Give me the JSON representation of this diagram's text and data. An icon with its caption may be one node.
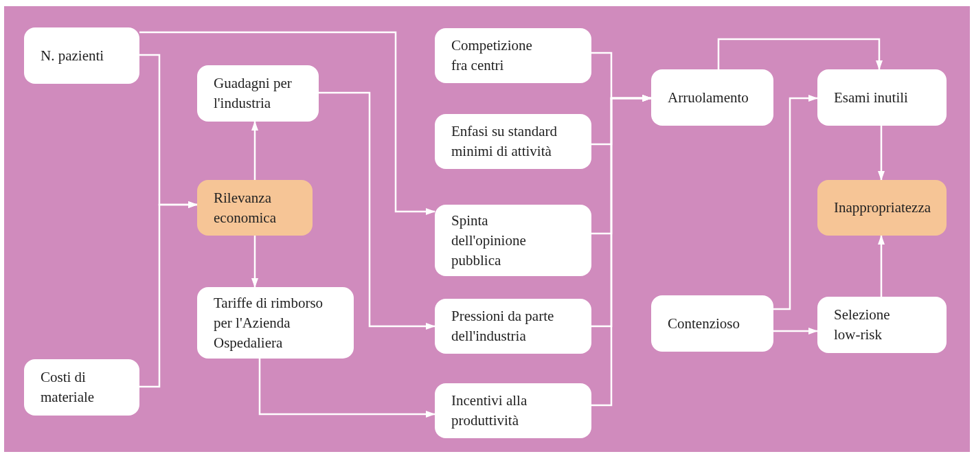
{
  "diagram": {
    "nodes": [
      {
        "text": [
          "N. pazienti"
        ]
      },
      {
        "text": [
          "Costi di materiale"
        ]
      },
      {
        "text": [
          "Guadagni per l'industria"
        ]
      },
      {
        "text": [
          "Rilevanza economica"
        ]
      },
      {
        "text": [
          "Tariffe di rimborso per l'Azienda Ospedaliera"
        ]
      },
      {
        "text": [
          "Competizione fra centri"
        ]
      },
      {
        "text": [
          "Enfasi su standard minimi di attività"
        ]
      },
      {
        "text": [
          "Spinta dell'opinione pubblica"
        ]
      },
      {
        "text": [
          "Pressioni da parte dell'industria"
        ]
      },
      {
        "text": [
          "Incentivi alla produttività"
        ]
      },
      {
        "text": [
          "Arruolamento"
        ]
      },
      {
        "text": [
          "Contenzioso"
        ]
      },
      {
        "text": [
          "Esami inutili"
        ]
      },
      {
        "text": [
          "Inappropriatezza"
        ]
      },
      {
        "text": [
          "Selezione low-risk"
        ]
      }
    ],
    "edges": [
      {
        "from": 0,
        "to": 3,
        "arrow": "to"
      },
      {
        "from": 1,
        "to": 3,
        "arrow": "to"
      },
      {
        "from": 0,
        "to": 7,
        "arrow": "to"
      },
      {
        "from": 3,
        "to": 2,
        "arrow": "to"
      },
      {
        "from": 3,
        "to": 4,
        "arrow": "to"
      },
      {
        "from": 2,
        "to": 8,
        "arrow": "to"
      },
      {
        "from": 4,
        "to": 9,
        "arrow": "to"
      },
      {
        "from": 5,
        "to": 10,
        "arrow": "to"
      },
      {
        "from": 6,
        "to": 10,
        "arrow": "to"
      },
      {
        "from": 7,
        "to": 10,
        "arrow": "to"
      },
      {
        "from": 8,
        "to": 10,
        "arrow": "to"
      },
      {
        "from": 9,
        "to": 10,
        "arrow": "to"
      },
      {
        "from": 10,
        "to": 12,
        "arrow": "to"
      },
      {
        "from": 11,
        "to": 12,
        "arrow": "to"
      },
      {
        "from": 11,
        "to": 14,
        "arrow": "to"
      },
      {
        "from": 12,
        "to": 13,
        "arrow": "to"
      },
      {
        "from": 14,
        "to": 13,
        "arrow": "to"
      }
    ]
  }
}
